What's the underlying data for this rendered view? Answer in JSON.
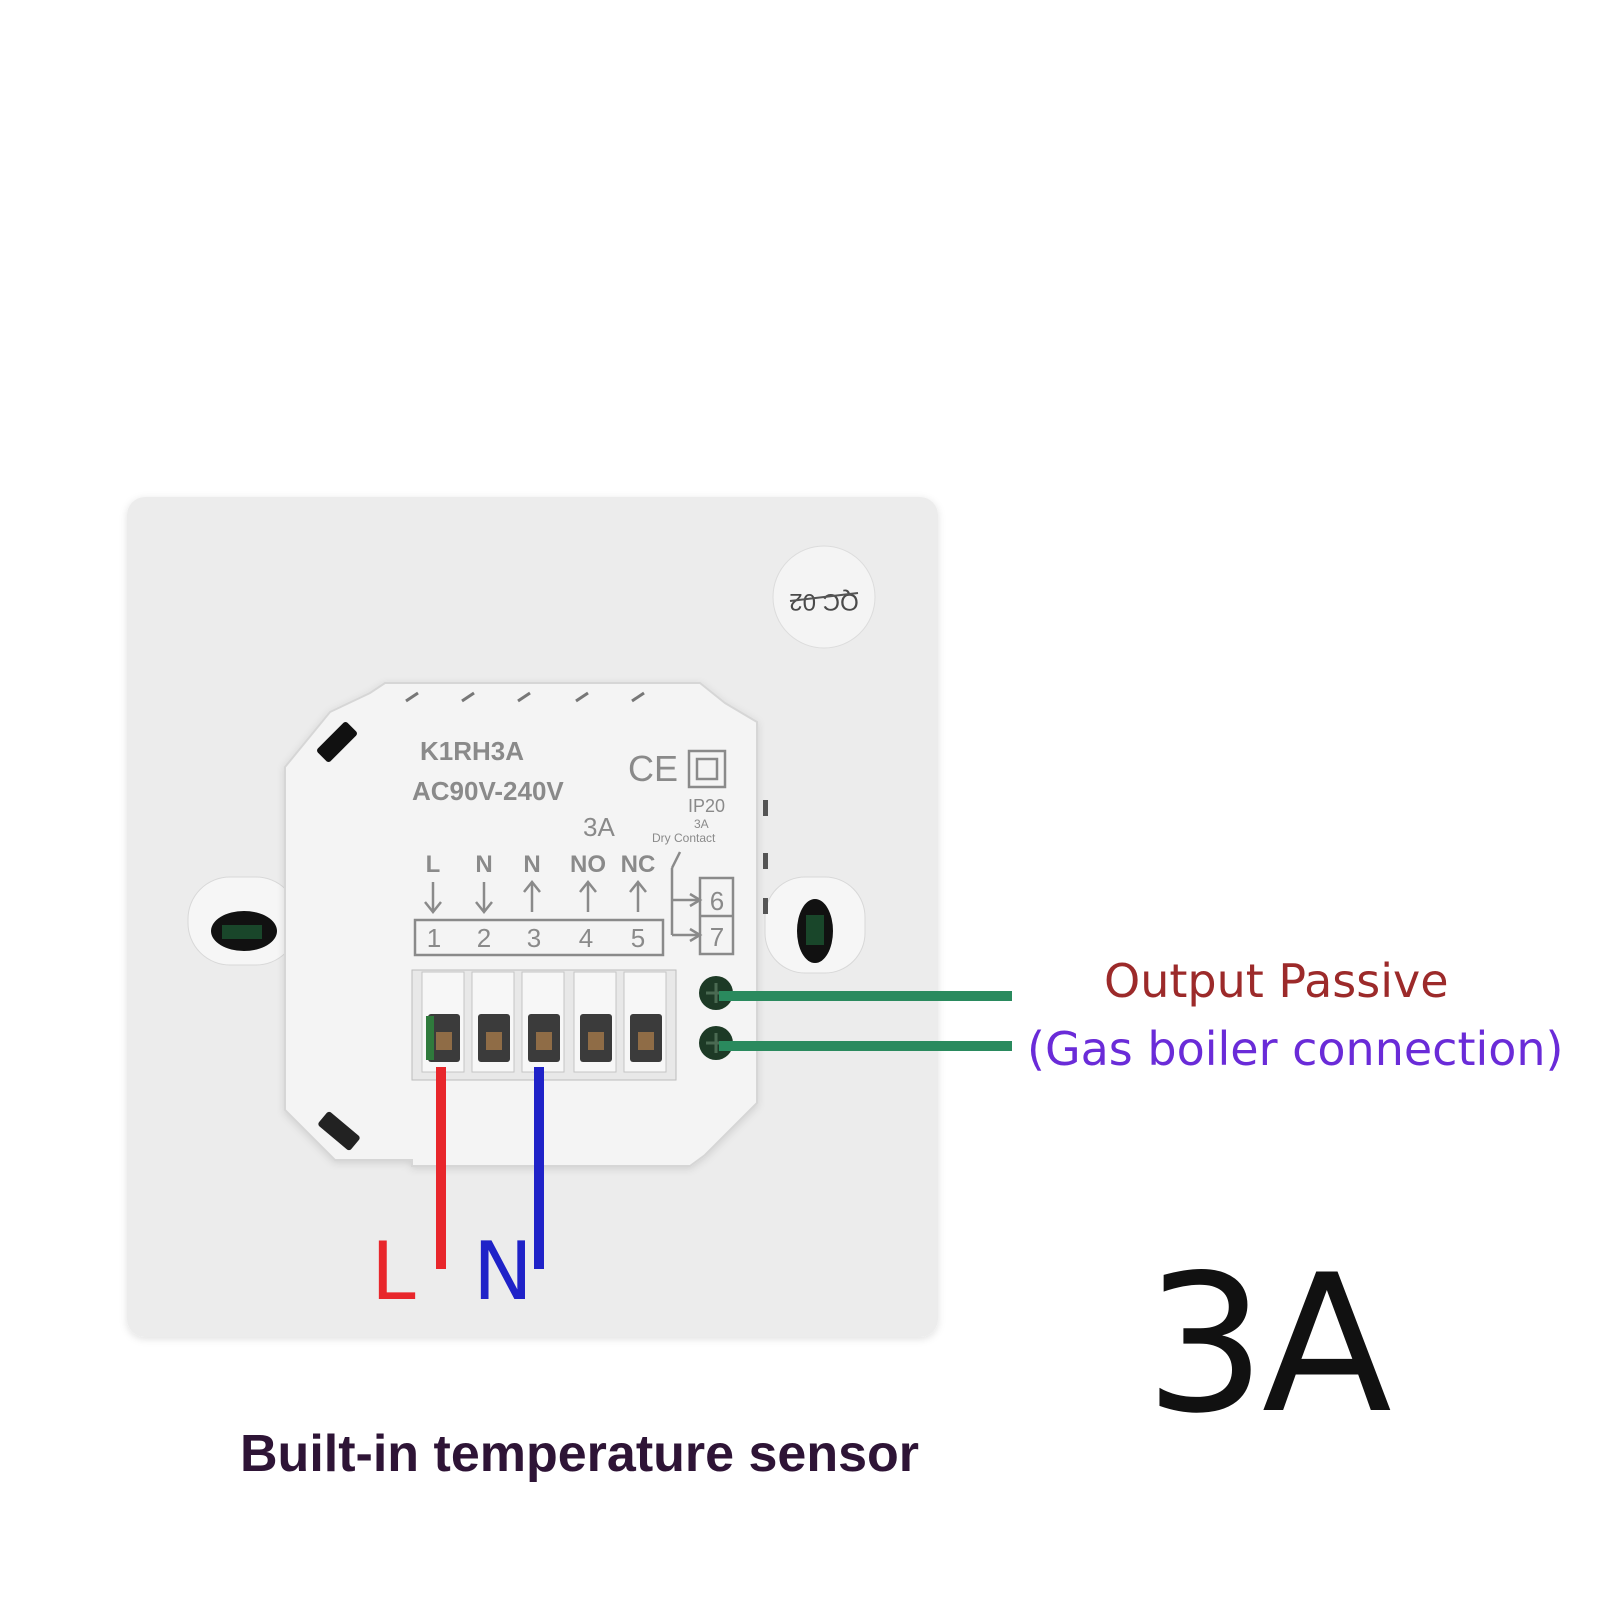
{
  "device": {
    "model": "K1RH3A",
    "voltage": "AC90V-240V",
    "current": "3A",
    "ip_rating": "IP20",
    "dry_contact_current": "3A",
    "dry_contact_label": "Dry Contact",
    "qc_sticker": "QC 02",
    "terminal_labels": [
      "L",
      "N",
      "N",
      "NO",
      "NC"
    ],
    "terminal_numbers": [
      "1",
      "2",
      "3",
      "4",
      "5"
    ],
    "contact_numbers": [
      "6",
      "7"
    ]
  },
  "annotations": {
    "output_title": "Output Passive",
    "output_subtitle": "(Gas boiler connection)",
    "wire_L": "L",
    "wire_N": "N",
    "big_current": "3A",
    "sensor_note": "Built-in temperature sensor"
  },
  "colors": {
    "wire_L": "#e8262b",
    "wire_N": "#1f22c8",
    "output_wire": "#2a8a5e",
    "output_title": "#9c2a2a",
    "output_subtitle": "#6a2bd8",
    "sensor_text": "#2e1436"
  }
}
